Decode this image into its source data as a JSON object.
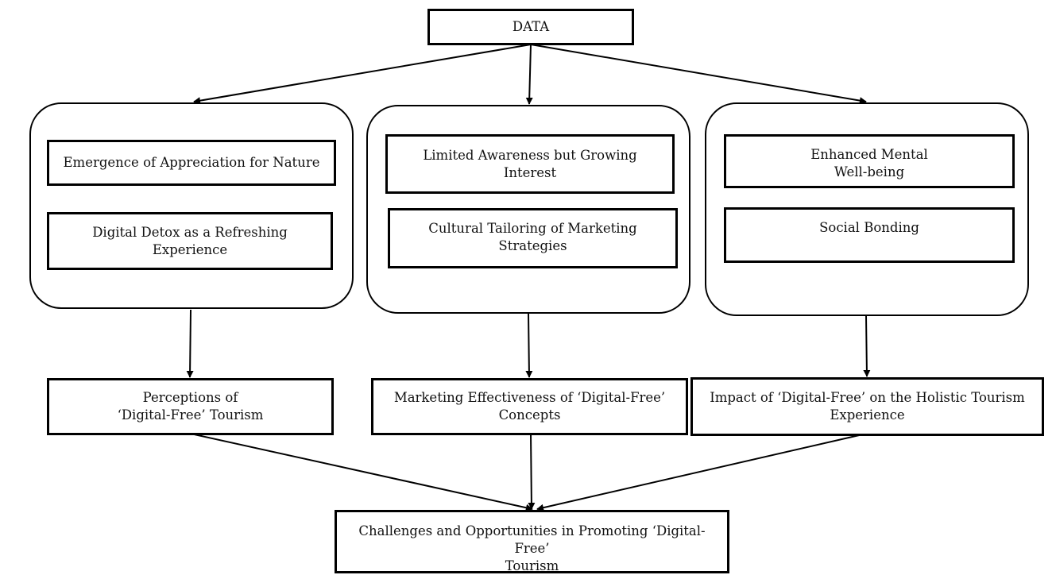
{
  "root": {
    "label": "DATA"
  },
  "groups": [
    {
      "themes": [
        "Emergence of Appreciation for Nature",
        "Digital Detox as a Refreshing\nExperience"
      ],
      "outcome": "Perceptions of\n‘Digital-Free’ Tourism"
    },
    {
      "themes": [
        "Limited Awareness but Growing\nInterest",
        "Cultural Tailoring of Marketing\nStrategies"
      ],
      "outcome": "Marketing Effectiveness of ‘Digital-Free’\nConcepts"
    },
    {
      "themes": [
        "Enhanced Mental\nWell-being",
        "Social Bonding"
      ],
      "outcome": "Impact of ‘Digital-Free’ on the Holistic Tourism\nExperience"
    }
  ],
  "final": {
    "label": "Challenges and Opportunities in Promoting ‘Digital-Free’\nTourism"
  }
}
